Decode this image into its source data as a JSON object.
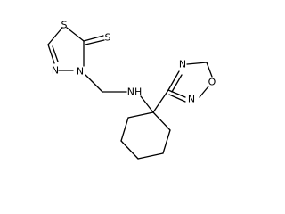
{
  "molecule": {
    "atoms": {
      "thione_s": "S",
      "ring_s": "S",
      "ring_n_upper": "N",
      "ring_n_lower": "N",
      "amine_nh": "NH",
      "ox_n_upper": "N",
      "ox_o": "O",
      "ox_n_lower": "N"
    }
  }
}
